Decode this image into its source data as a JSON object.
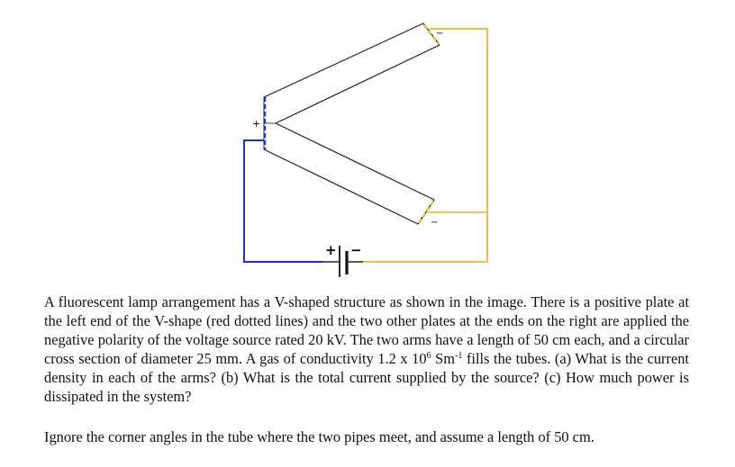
{
  "diagram": {
    "title": "V-shaped fluorescent lamp circuit",
    "labels": {
      "positive_plate": "+",
      "negative_plate_top": "−",
      "negative_plate_bottom": "−",
      "battery_positive": "+",
      "battery_negative": "−"
    },
    "colors": {
      "positive_wire": "#1f2fd6",
      "negative_wire": "#f0be3c",
      "tube_outline": "#222222"
    }
  },
  "question": {
    "line1": "A fluorescent lamp arrangement has a V-shaped structure as shown in the image. There is a positive plate at the left end of the V-shape (red dotted lines) and the two other plates at the ends on the right are applied the negative polarity of the voltage source rated 20 kV. The two arms have a length of 50 cm each, and a circular cross section of diameter 25 mm. A gas of conductivity 1.2 x 10",
    "exp1": "6",
    "mid": " Sm",
    "exp2": "-1",
    "line2": " fills the tubes. (a) What is the current density in each of the arms? (b) What is the total current supplied by the source? (c) How much power is dissipated in the system?",
    "note": "Ignore the corner angles in the tube where the two pipes meet, and assume a length of 50 cm."
  },
  "values": {
    "voltage": "20 kV",
    "arm_length": "50 cm",
    "diameter": "25 mm",
    "conductivity": "1.2 x 10^6 S/m"
  }
}
